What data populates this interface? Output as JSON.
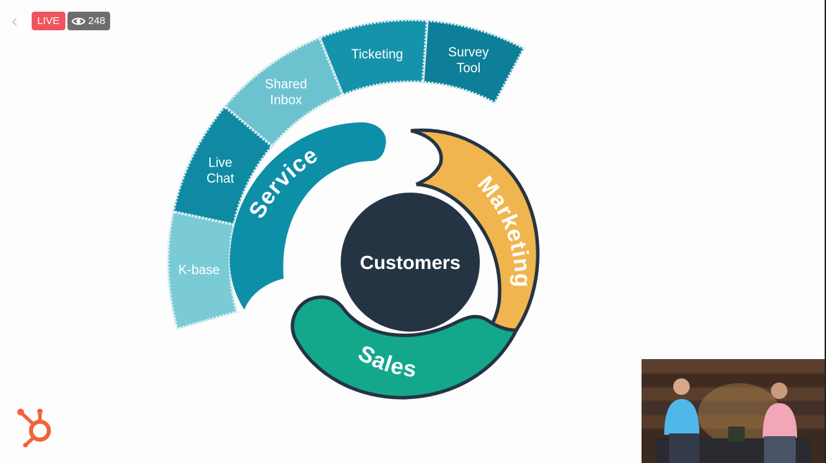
{
  "stream": {
    "live_label": "LIVE",
    "viewer_count": "248"
  },
  "diagram": {
    "center": "Customers",
    "arcs": {
      "service": "Service",
      "marketing": "Marketing",
      "sales": "Sales"
    },
    "tools": [
      {
        "line1": "Survey",
        "line2": "Tool"
      },
      {
        "line1": "Ticketing",
        "line2": ""
      },
      {
        "line1": "Shared",
        "line2": "Inbox"
      },
      {
        "line1": "Live",
        "line2": "Chat"
      },
      {
        "line1": "K-base",
        "line2": ""
      }
    ]
  },
  "colors": {
    "service_teal": "#0e8fa8",
    "marketing_orange": "#f0b54e",
    "sales_green": "#13a88c",
    "center_navy": "#253443",
    "live_red": "#f0545f",
    "logo_orange": "#f0643a"
  },
  "icons": {
    "back": "chevron-left-icon",
    "viewers": "eye-icon",
    "logo": "hubspot-sprocket-logo"
  }
}
